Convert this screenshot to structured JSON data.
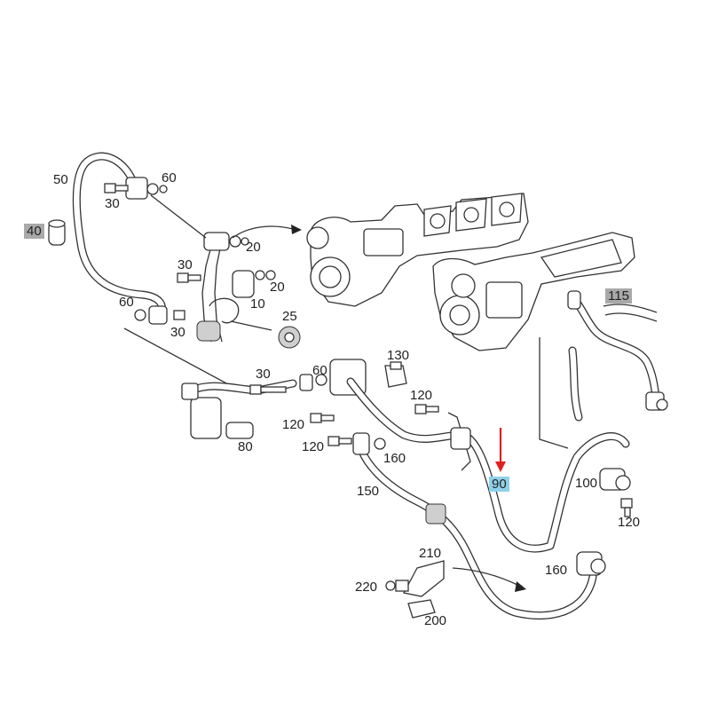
{
  "accent_color": "#e02020",
  "highlight_gray": "#a9a9a9",
  "highlight_blue": "#8fd0ea",
  "callouts": [
    {
      "id": "c50",
      "text": "50"
    },
    {
      "id": "c60a",
      "text": "60"
    },
    {
      "id": "c30a",
      "text": "30"
    },
    {
      "id": "c40",
      "text": "40"
    },
    {
      "id": "c20a",
      "text": "20"
    },
    {
      "id": "c30b",
      "text": "30"
    },
    {
      "id": "c20b",
      "text": "20"
    },
    {
      "id": "c10",
      "text": "10"
    },
    {
      "id": "c60b",
      "text": "60"
    },
    {
      "id": "c25",
      "text": "25"
    },
    {
      "id": "c30c",
      "text": "30"
    },
    {
      "id": "c115",
      "text": "115"
    },
    {
      "id": "c130",
      "text": "130"
    },
    {
      "id": "c30d",
      "text": "30"
    },
    {
      "id": "c60c",
      "text": "60"
    },
    {
      "id": "c120a",
      "text": "120"
    },
    {
      "id": "c120b",
      "text": "120"
    },
    {
      "id": "c120c",
      "text": "120"
    },
    {
      "id": "c80",
      "text": "80"
    },
    {
      "id": "c160a",
      "text": "160"
    },
    {
      "id": "c90",
      "text": "90"
    },
    {
      "id": "c100",
      "text": "100"
    },
    {
      "id": "c150",
      "text": "150"
    },
    {
      "id": "c120d",
      "text": "120"
    },
    {
      "id": "c160b",
      "text": "160"
    },
    {
      "id": "c210",
      "text": "210"
    },
    {
      "id": "c220",
      "text": "220"
    },
    {
      "id": "c200",
      "text": "200"
    }
  ]
}
